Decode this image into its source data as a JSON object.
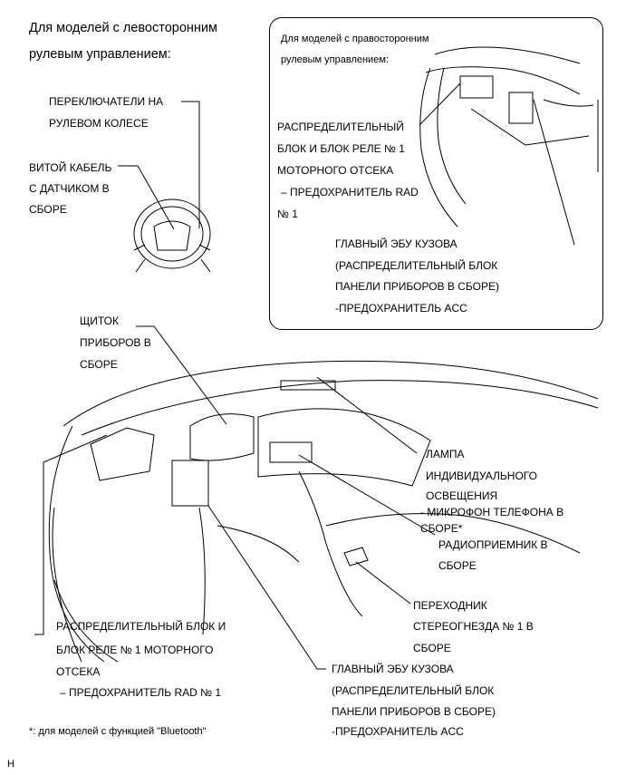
{
  "lhd_title": [
    "Для моделей с левосторонним",
    "рулевым управлением:"
  ],
  "rhd_title": [
    "Для моделей с правосторонним",
    "рулевым управлением:"
  ],
  "steering_switches": [
    "ПЕРЕКЛЮЧАТЕЛИ НА",
    "РУЛЕВОМ КОЛЕСЕ"
  ],
  "spiral_cable": [
    "ВИТОЙ КАБЕЛЬ",
    "С ДАТЧИКОМ В",
    "СБОРЕ"
  ],
  "rhd_engine_relay_block": [
    "РАСПРЕДЕЛИТЕЛЬНЫЙ",
    "БЛОК И БЛОК РЕЛЕ № 1",
    "МОТОРНОГО ОТСЕКА",
    "– ПРЕДОХРАНИТЕЛЬ RAD",
    "№ 1"
  ],
  "rhd_main_body_ecu": [
    "ГЛАВНЫЙ ЭБУ КУЗОВА",
    "(РАСПРЕДЕЛИТЕЛЬНЫЙ БЛОК",
    "ПАНЕЛИ ПРИБОРОВ В СБОРЕ)",
    "-ПРЕДОХРАНИТЕЛЬ ACC"
  ],
  "combination_meter": [
    "ЩИТОК",
    "ПРИБОРОВ В",
    "СБОРЕ"
  ],
  "map_light": [
    "ЛАМПА",
    "ИНДИВИДУАЛЬНОГО",
    "ОСВЕЩЕНИЯ",
    "- МИКРОФОН ТЕЛЕФОНА В",
    "СБОРЕ*"
  ],
  "radio_receiver": [
    "РАДИОПРИЕМНИК В",
    "СБОРЕ"
  ],
  "stereo_jack_adapter": [
    "ПЕРЕХОДНИК",
    "СТЕРЕОГНЕЗДА № 1 В",
    "СБОРЕ"
  ],
  "engine_relay_block": [
    "РАСПРЕДЕЛИТЕЛЬНЫЙ БЛОК И",
    "БЛОК РЕЛЕ № 1 МОТОРНОГО",
    "ОТСЕКА",
    "– ПРЕДОХРАНИТЕЛЬ RAD № 1"
  ],
  "main_body_ecu": [
    "ГЛАВНЫЙ ЭБУ КУЗОВА",
    "(РАСПРЕДЕЛИТЕЛЬНЫЙ БЛОК",
    "ПАНЕЛИ ПРИБОРОВ В СБОРЕ)",
    "-ПРЕДОХРАНИТЕЛЬ ACC"
  ],
  "footnote": "*: для моделей с функцией \"Bluetooth\"",
  "corner_mark": "H"
}
